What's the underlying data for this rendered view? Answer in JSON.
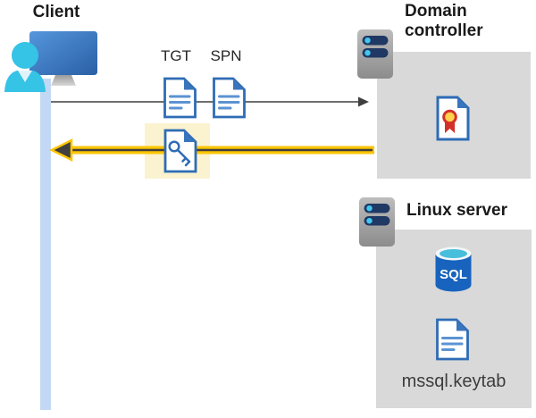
{
  "client": {
    "title": "Client"
  },
  "flow": {
    "tgt_label": "TGT",
    "spn_label": "SPN"
  },
  "domain_controller": {
    "title": "Domain controller"
  },
  "linux_server": {
    "title": "Linux server",
    "sql_label": "SQL",
    "keytab_label": "mssql.keytab"
  },
  "icons": {
    "client_workstation": "monitor-with-user",
    "server": "server-tower-with-leds",
    "ticket_document": "document-with-text-lines",
    "key_document": "document-with-key",
    "certificate_document": "document-with-award-ribbon",
    "sql_database": "database-cylinder-labeled-SQL"
  },
  "colors": {
    "arrow_gray": "#595959",
    "arrowhead_dark": "#3F3F3F",
    "arrow_yellow": "#FDC500",
    "highlight_yellow": "#FBF3CF",
    "box_gray": "#D9D9D9",
    "client_timeline_blue": "#C3D8F4",
    "doc_icon_blue": "#2E6CB5",
    "doc_fold_blue": "#3875BD",
    "doc_line_blue": "#5B93D2",
    "sql_body_blue": "#1763BE",
    "sql_top_cyan": "#46BEDC",
    "server_slot_navy": "#1F3864",
    "server_led_cyan": "#41C8F0",
    "person_cyan": "#35C3E6",
    "cert_ribbon_red": "#D3302A",
    "cert_ribbon_gold": "#FFD24A",
    "title_text": "#1A1A1A",
    "keytab_text": "#3D3D3D"
  }
}
